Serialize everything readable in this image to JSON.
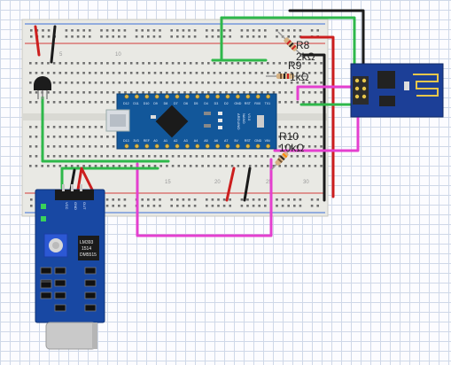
{
  "components": {
    "resistors": [
      {
        "label": "R8",
        "value": "2kΩ"
      },
      {
        "label": "R9",
        "value": "1kΩ"
      },
      {
        "label": "R10",
        "value": "10kΩ"
      }
    ],
    "nano": {
      "board_text": [
        "ARDUINO",
        "NANO",
        "V3.0"
      ],
      "top_pins": [
        "D12",
        "D11",
        "D10",
        "D9",
        "D8",
        "D7",
        "D6",
        "D5",
        "D4",
        "D3",
        "D2",
        "GND",
        "RST",
        "RX0",
        "TX1"
      ],
      "bottom_pins": [
        "D13",
        "3V3",
        "REF",
        "A0",
        "A1",
        "A2",
        "A3",
        "A4",
        "A5",
        "A6",
        "A7",
        "5V",
        "RST",
        "GND",
        "VIN"
      ]
    },
    "sound_module": {
      "chip_text": [
        "LM393",
        "1514",
        "DM5515"
      ],
      "pin_labels": [
        "VCC",
        "GND",
        "OUT"
      ]
    },
    "breadboard": {
      "column_numbers": [
        "5",
        "10",
        "15",
        "20",
        "25",
        "30"
      ]
    }
  },
  "colors": {
    "wire_green": "#2eb84a",
    "wire_black": "#1a1a1a",
    "wire_red": "#cc1e1e",
    "wire_magenta": "#e43fcf",
    "board_blue": "#12579a",
    "esp_blue": "#1c3f97",
    "breadboard": "#e9e9e4"
  }
}
